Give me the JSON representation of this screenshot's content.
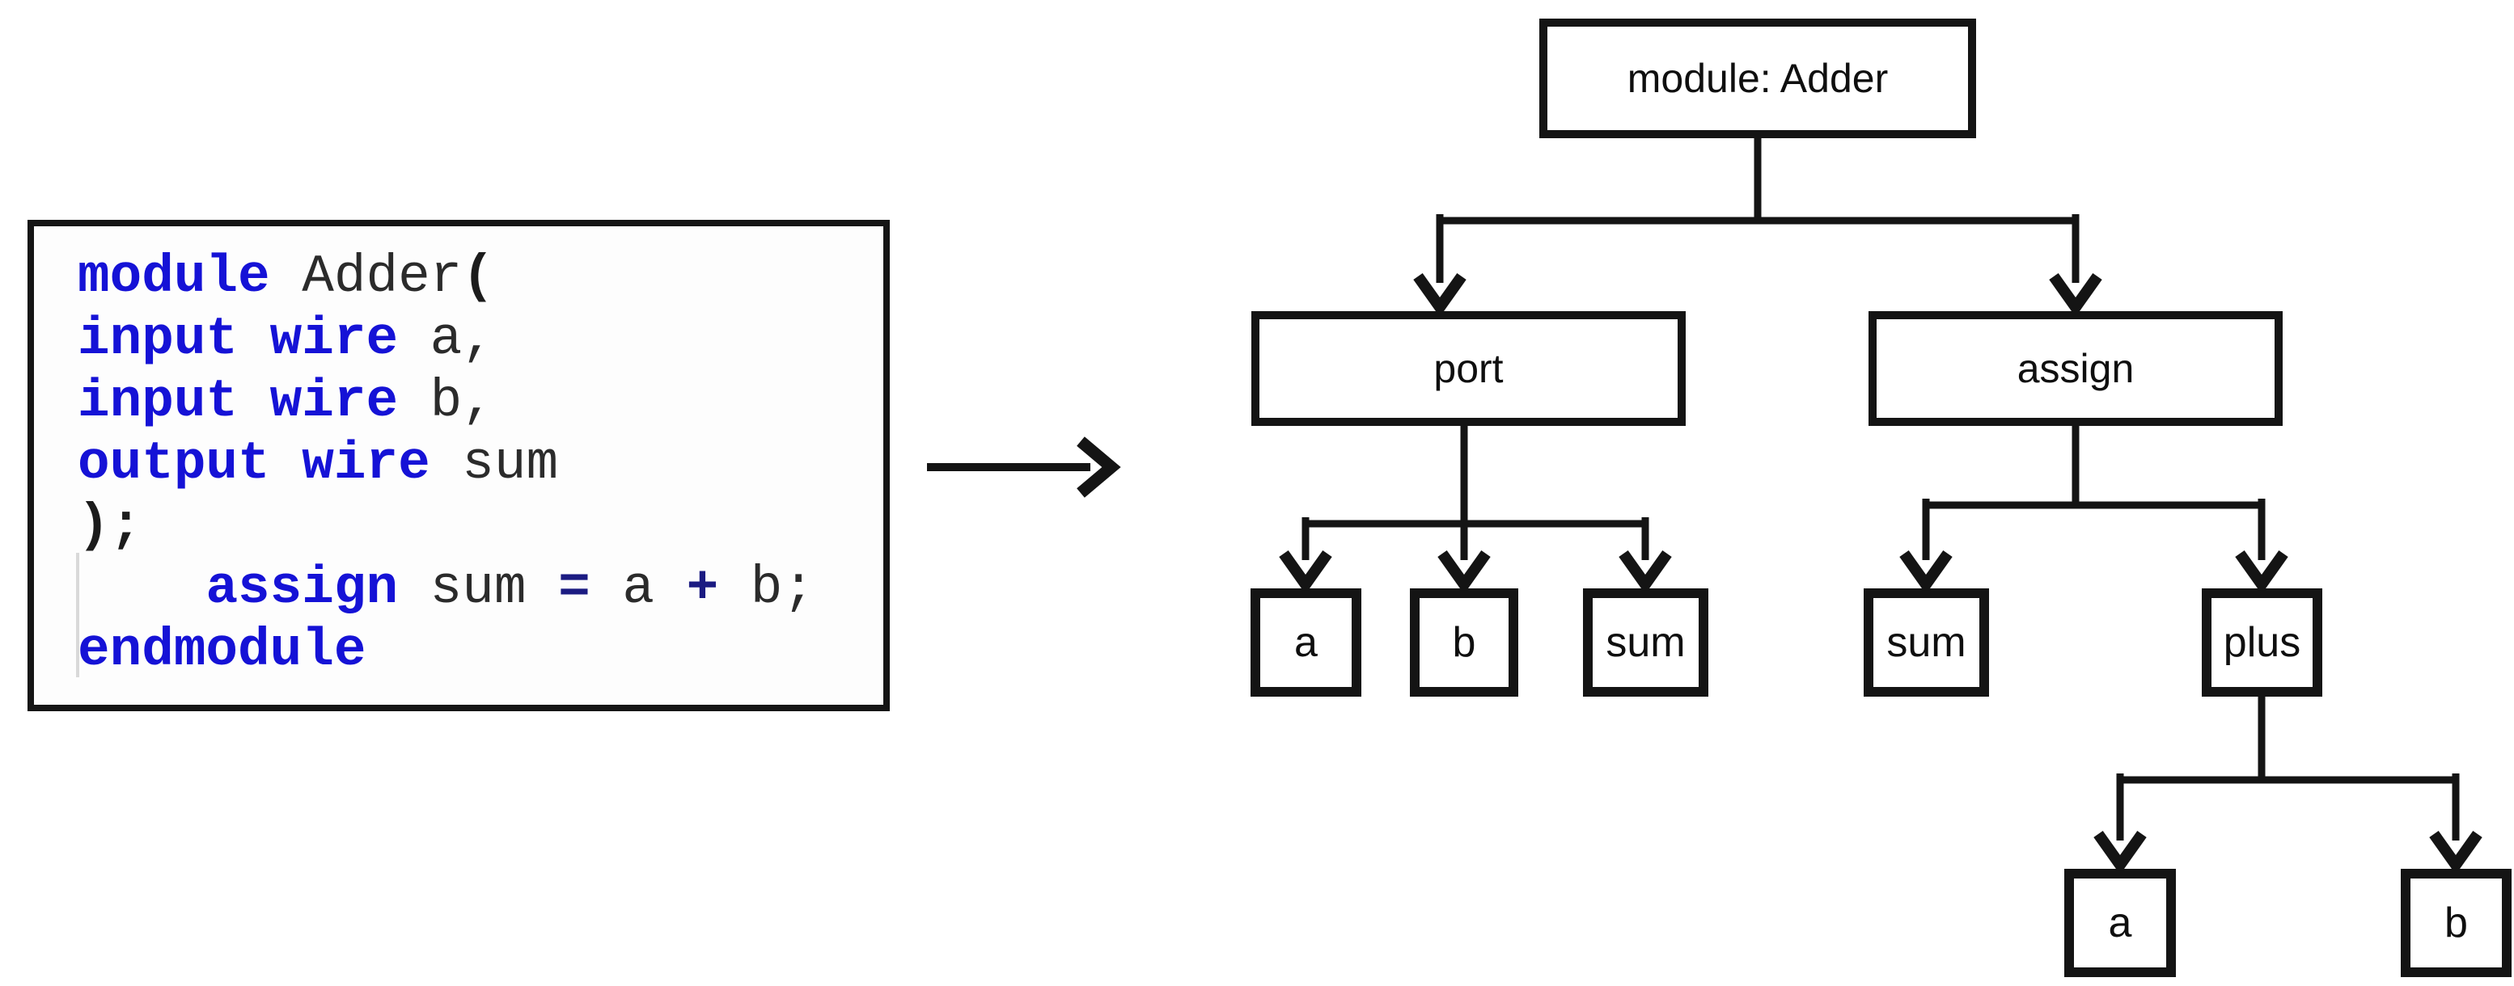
{
  "colors": {
    "keyword_blue": "#1512d6",
    "code_text": "#2b2b2b",
    "operator_navy": "#1b1b82",
    "paren_black": "#1c1c1c",
    "line_black": "#141414",
    "panel_bg": "#fdfdfd"
  },
  "code_panel": {
    "language": "verilog",
    "lines": [
      {
        "segments": [
          {
            "type": "keyword",
            "text": "module"
          },
          {
            "type": "plain",
            "text": " Adder"
          },
          {
            "type": "paren",
            "text": "("
          }
        ]
      },
      {
        "segments": [
          {
            "type": "keyword",
            "text": "input wire"
          },
          {
            "type": "plain",
            "text": " a,"
          }
        ]
      },
      {
        "segments": [
          {
            "type": "keyword",
            "text": "input wire"
          },
          {
            "type": "plain",
            "text": " b,"
          }
        ]
      },
      {
        "segments": [
          {
            "type": "keyword",
            "text": "output wire"
          },
          {
            "type": "plain",
            "text": " sum"
          }
        ]
      },
      {
        "segments": [
          {
            "type": "paren",
            "text": ");"
          }
        ]
      },
      {
        "segments": [
          {
            "type": "plain",
            "text": "    "
          },
          {
            "type": "keyword",
            "text": "assign"
          },
          {
            "type": "plain",
            "text": " sum "
          },
          {
            "type": "operator",
            "text": "="
          },
          {
            "type": "plain",
            "text": " a "
          },
          {
            "type": "operator",
            "text": "+"
          },
          {
            "type": "plain",
            "text": " b;"
          }
        ]
      },
      {
        "segments": [
          {
            "type": "keyword",
            "text": "endmodule"
          }
        ]
      }
    ]
  },
  "tree": {
    "nodes": [
      {
        "id": "module",
        "label": "module: Adder"
      },
      {
        "id": "port",
        "label": "port"
      },
      {
        "id": "assign",
        "label": "assign"
      },
      {
        "id": "port-a",
        "label": "a"
      },
      {
        "id": "port-b",
        "label": "b"
      },
      {
        "id": "port-sum",
        "label": "sum"
      },
      {
        "id": "assign-sum",
        "label": "sum"
      },
      {
        "id": "assign-plus",
        "label": "plus"
      },
      {
        "id": "plus-a",
        "label": "a"
      },
      {
        "id": "plus-b",
        "label": "b"
      }
    ],
    "edges": [
      {
        "from": "module",
        "to": "port"
      },
      {
        "from": "module",
        "to": "assign"
      },
      {
        "from": "port",
        "to": "port-a"
      },
      {
        "from": "port",
        "to": "port-b"
      },
      {
        "from": "port",
        "to": "port-sum"
      },
      {
        "from": "assign",
        "to": "assign-sum"
      },
      {
        "from": "assign",
        "to": "assign-plus"
      },
      {
        "from": "assign-plus",
        "to": "plus-a"
      },
      {
        "from": "assign-plus",
        "to": "plus-b"
      }
    ]
  }
}
